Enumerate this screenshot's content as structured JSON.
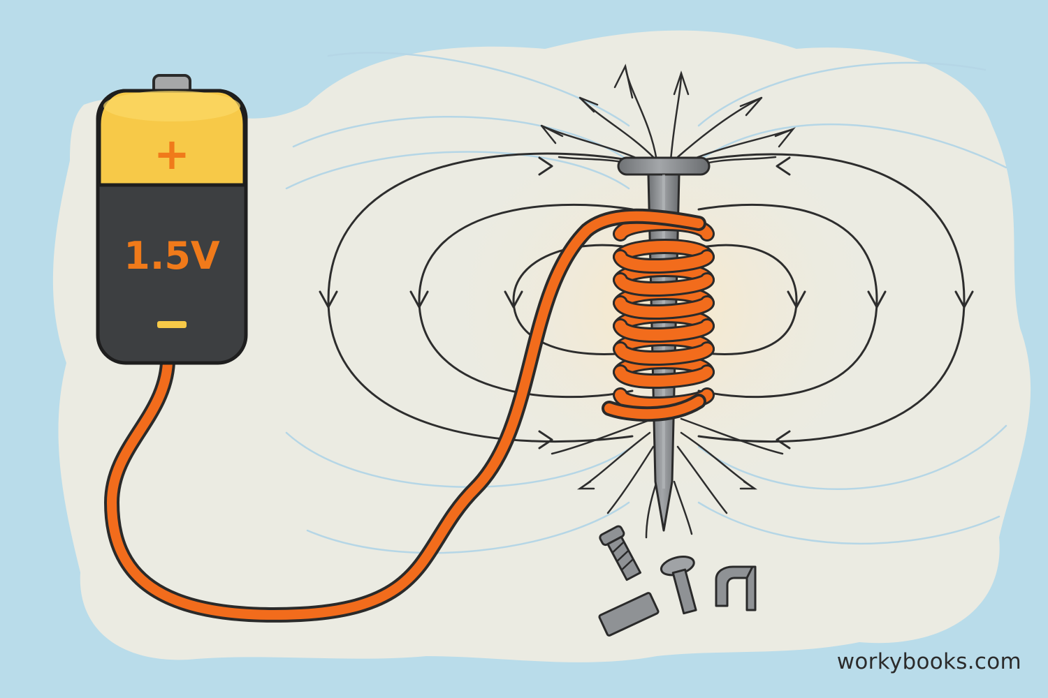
{
  "battery": {
    "voltage_label": "1.5V",
    "positive_symbol": "+",
    "negative_symbol": "−",
    "top_color": "#f7c948",
    "body_color": "#3d3f41",
    "label_color": "#f07a1a"
  },
  "wire": {
    "color": "#f26c1c"
  },
  "nail": {
    "color": "#8a8d90"
  },
  "field_lines": {
    "color": "#2d2d2d"
  },
  "background": {
    "sky": "#b9dcea",
    "cloud": "#ebebe2",
    "glow": "#f7ead0"
  },
  "watermark": "workybooks.com",
  "icons": [
    "battery-icon",
    "wire-coil",
    "iron-nail",
    "magnetic-field-lines",
    "screw-icon",
    "bolt-icon",
    "staple-icon",
    "bar-icon"
  ]
}
